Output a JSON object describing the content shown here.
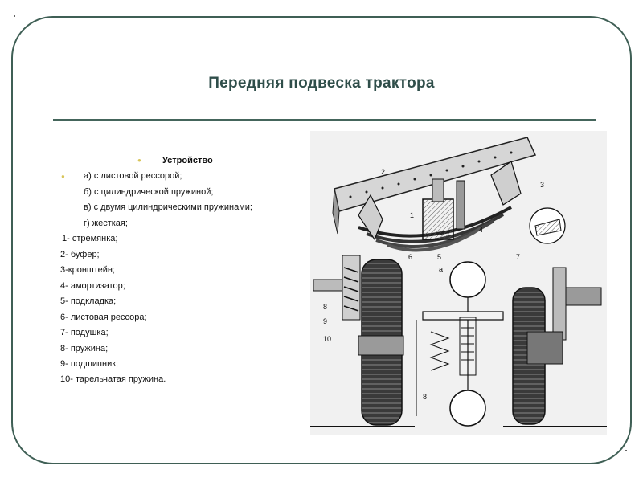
{
  "slide": {
    "title": "Передняя подвеска трактора",
    "items": [
      {
        "text": "Устройство",
        "bold": true,
        "bullet": true
      },
      {
        "text": "а) с листовой рессорой;",
        "bullet": true
      },
      {
        "text": "б) с цилиндрической пружиной;"
      },
      {
        "text": "в) с двумя цилиндрическими пружинами;"
      },
      {
        "text": "г) жесткая;"
      },
      {
        "text": "1- стремянка;"
      },
      {
        "text": "2- буфер;"
      },
      {
        "text": "3-кронштейн;"
      },
      {
        "text": "4- амортизатор;"
      },
      {
        "text": "5- подкладка;"
      },
      {
        "text": "6- листовая рессора;"
      },
      {
        "text": "7- подушка;"
      },
      {
        "text": "8- пружина;"
      },
      {
        "text": "9- подшипник;"
      },
      {
        "text": "10- тарельчатая пружина."
      }
    ]
  },
  "figure": {
    "labels": {
      "l1": "1",
      "l2": "2",
      "l3": "3",
      "l4": "4",
      "l5": "5",
      "l6": "6",
      "l7": "7",
      "a": "а",
      "l8a": "8",
      "l9": "9",
      "l10": "10",
      "l8b": "8"
    }
  },
  "colors": {
    "frame": "#3f5f55",
    "title": "#2f4e4a",
    "rule": "#44655b",
    "bullet": "#d8c55a"
  }
}
